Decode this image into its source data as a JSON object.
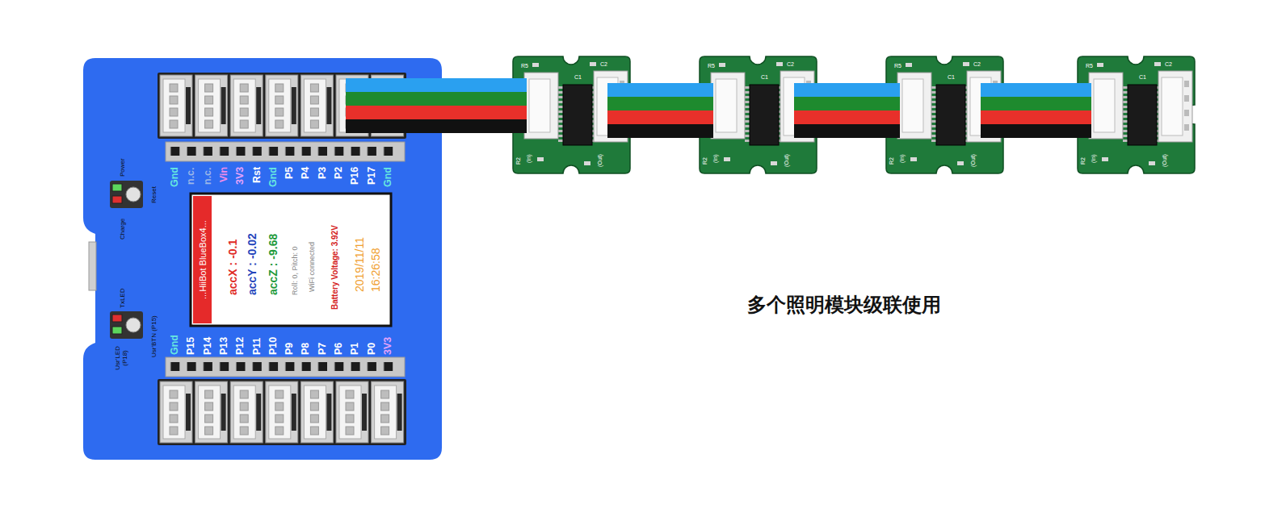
{
  "diagram": {
    "caption": "多个照明模块级联使用",
    "nodes": [
      {
        "text": [
          "Power",
          "Reset",
          "Charge",
          "TxLED",
          "Usr'BTN (P15)",
          "Usr'LED (P18)",
          "Gnd",
          "n.c.",
          "n.c.",
          "Vin",
          "3V3",
          "Rst",
          "Gnd",
          "P5",
          "P4",
          "P3",
          "P2",
          "P16",
          "P17",
          "Gnd",
          "Gnd",
          "P15",
          "P14",
          "P13",
          "P12",
          "P11",
          "P10",
          "P9",
          "P8",
          "P7",
          "P6",
          "P1",
          "P0",
          "3V3"
        ]
      },
      {
        "text": [
          "...HiiBot BlueBox4...",
          "accX : -0.1",
          "accY : -0.02",
          "accZ : -9.68",
          "Roll: 0, Pitch: 0",
          "WiFi connected",
          "Battery Voltage: 3.92V",
          "2019/11/11",
          "16:26:58"
        ],
        "in": 0
      },
      {
        "text": [
          "R5",
          "C2",
          "C1",
          "R2",
          "(In)",
          "(Out)"
        ]
      },
      {
        "text": [
          "R5",
          "C2",
          "C1",
          "R2",
          "(In)",
          "(Out)"
        ]
      },
      {
        "text": [
          "R5",
          "C2",
          "C1",
          "R2",
          "(In)",
          "(Out)"
        ]
      },
      {
        "text": [
          "R5",
          "C2",
          "C1",
          "R2",
          "(In)",
          "(Out)"
        ]
      }
    ],
    "edges": [
      {
        "from": 0,
        "to": 2,
        "arrow": "none"
      },
      {
        "from": 2,
        "to": 3,
        "arrow": "none"
      },
      {
        "from": 3,
        "to": 4,
        "arrow": "none"
      },
      {
        "from": 4,
        "to": 5,
        "arrow": "none"
      }
    ]
  }
}
